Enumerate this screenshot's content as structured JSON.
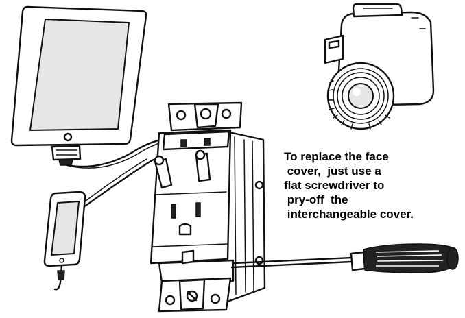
{
  "caption": {
    "lines": [
      "To replace the face",
      " cover,  just use a",
      "flat screwdriver to",
      " pry-off  the",
      " interchangeable cover."
    ]
  },
  "icons": [
    "tablet-icon",
    "camera-icon",
    "smartphone-icon",
    "outlet-icon",
    "screwdriver-icon",
    "charging-cable-icon"
  ]
}
